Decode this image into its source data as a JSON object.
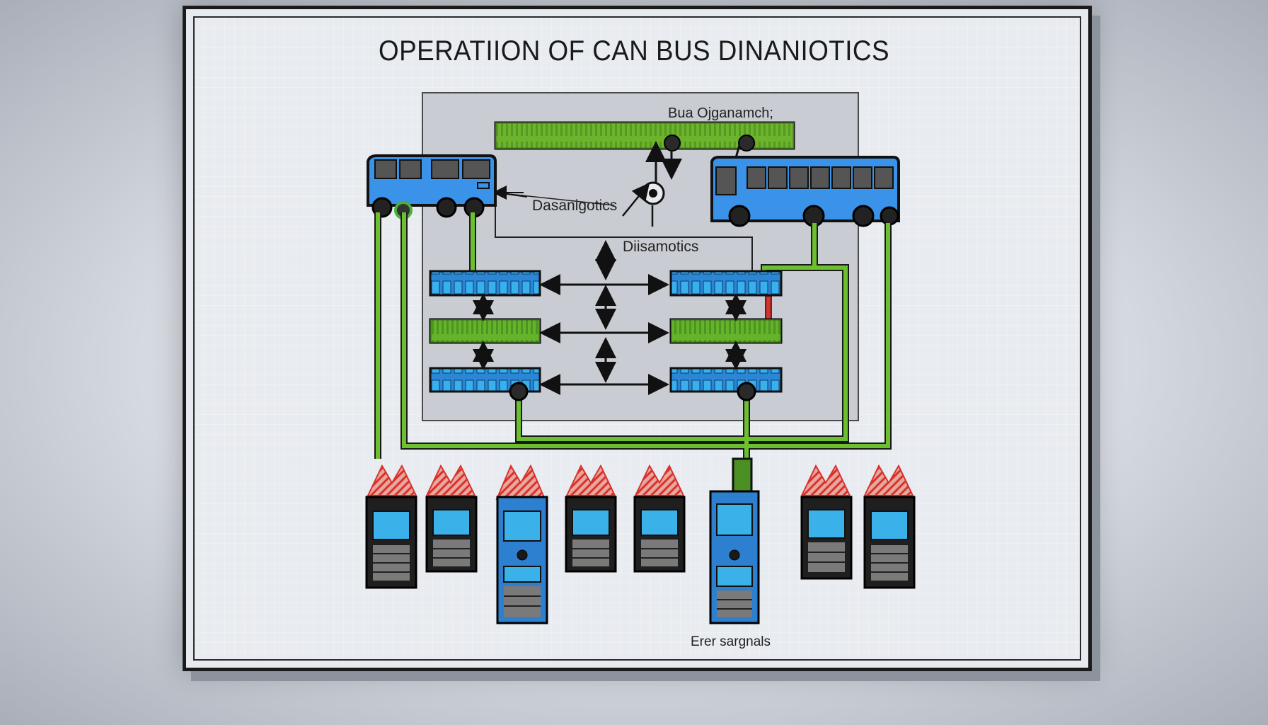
{
  "title": "OPERATIION OF CAN BUS  DINANIOTICS",
  "labels": {
    "top_bar": "Bua Ojganamch;",
    "left_arrow": "Dasanigotics",
    "center": "Diisamotics",
    "bottom": "Erer sargnals"
  },
  "colors": {
    "bus_blue": "#2d8fe0",
    "can_green": "#6cb62e",
    "error_red": "#d8322b",
    "outline": "#111111"
  },
  "icons": [
    "bus-icon",
    "ecu-module",
    "error-signal-icon",
    "node-device-icon"
  ]
}
